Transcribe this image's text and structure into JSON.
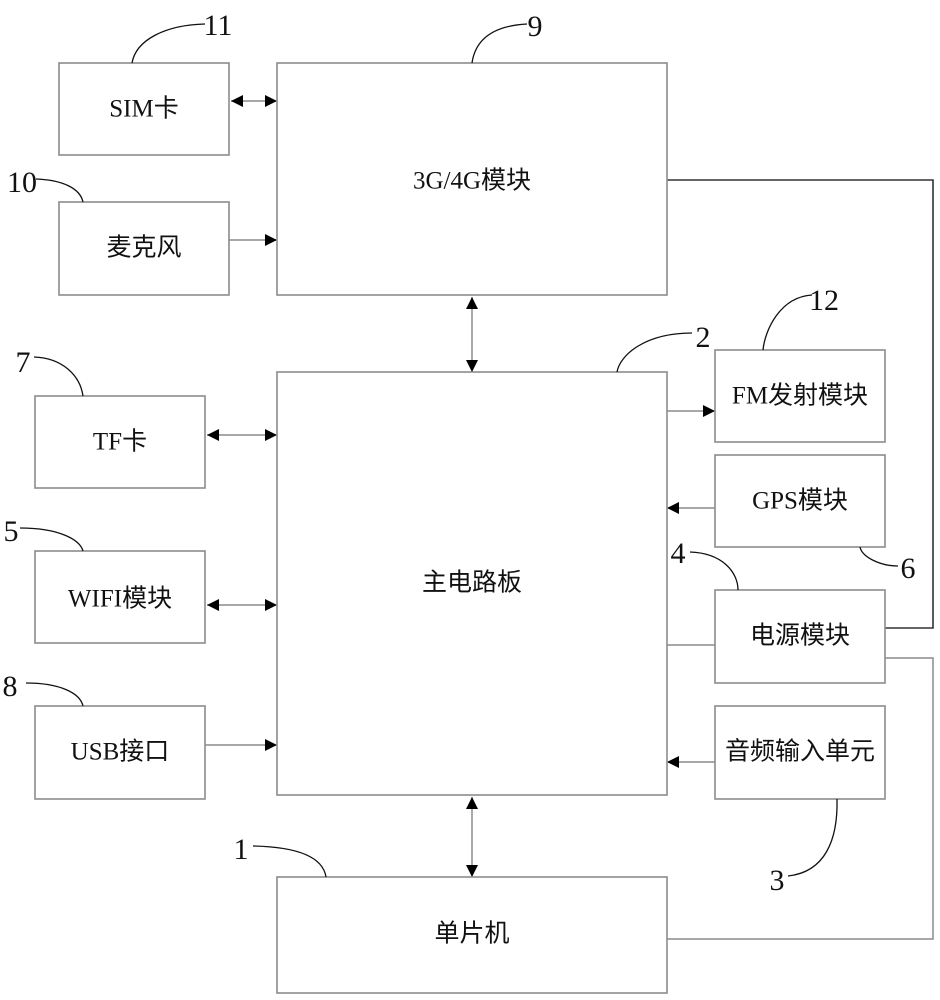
{
  "diagram": {
    "type": "block-diagram",
    "blocks": [
      {
        "id": "sim",
        "label": "SIM卡",
        "ref": "11"
      },
      {
        "id": "mic",
        "label": "麦克风",
        "ref": "10"
      },
      {
        "id": "modem",
        "label": "3G/4G模块",
        "ref": "9"
      },
      {
        "id": "tf",
        "label": "TF卡",
        "ref": "7"
      },
      {
        "id": "wifi",
        "label": "WIFI模块",
        "ref": "5"
      },
      {
        "id": "usb",
        "label": "USB接口",
        "ref": "8"
      },
      {
        "id": "main",
        "label": "主电路板",
        "ref": "2"
      },
      {
        "id": "fm",
        "label": "FM发射模块",
        "ref": "12"
      },
      {
        "id": "gps",
        "label": "GPS模块",
        "ref": "6"
      },
      {
        "id": "power",
        "label": "电源模块",
        "ref": "4"
      },
      {
        "id": "audio",
        "label": "音频输入单元",
        "ref": "3"
      },
      {
        "id": "mcu",
        "label": "单片机",
        "ref": "1"
      }
    ],
    "connections": [
      {
        "from": "sim",
        "to": "modem",
        "direction": "bidirectional"
      },
      {
        "from": "mic",
        "to": "modem",
        "direction": "forward"
      },
      {
        "from": "modem",
        "to": "main",
        "direction": "bidirectional"
      },
      {
        "from": "tf",
        "to": "main",
        "direction": "bidirectional"
      },
      {
        "from": "wifi",
        "to": "main",
        "direction": "bidirectional"
      },
      {
        "from": "usb",
        "to": "main",
        "direction": "forward"
      },
      {
        "from": "main",
        "to": "fm",
        "direction": "forward"
      },
      {
        "from": "gps",
        "to": "main",
        "direction": "forward"
      },
      {
        "from": "power",
        "to": "main",
        "direction": "none"
      },
      {
        "from": "audio",
        "to": "main",
        "direction": "forward"
      },
      {
        "from": "main",
        "to": "mcu",
        "direction": "bidirectional"
      },
      {
        "from": "power",
        "to": "modem",
        "direction": "none"
      },
      {
        "from": "power",
        "to": "mcu",
        "direction": "none"
      }
    ]
  }
}
